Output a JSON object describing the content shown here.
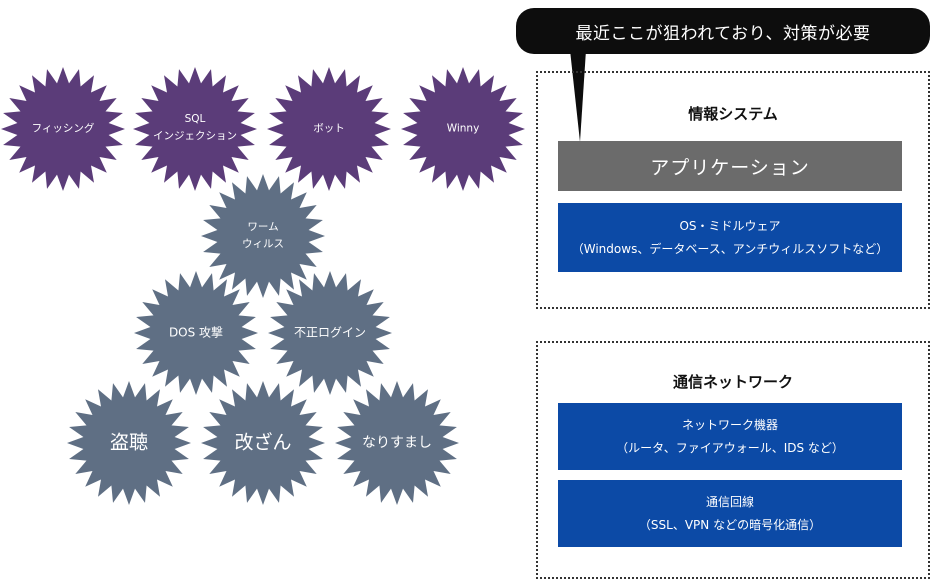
{
  "threats": {
    "purple": [
      {
        "lines": [
          "フィッシング"
        ]
      },
      {
        "lines": [
          "SQL",
          "インジェクション"
        ]
      },
      {
        "lines": [
          "ボット"
        ]
      },
      {
        "lines": [
          "Winny"
        ]
      }
    ],
    "gray": [
      {
        "lines": [
          "ワーム",
          "ウィルス"
        ]
      },
      {
        "lines": [
          "DOS 攻撃"
        ]
      },
      {
        "lines": [
          "不正ログイン"
        ]
      },
      {
        "lines": [
          "盗聴"
        ]
      },
      {
        "lines": [
          "改ざん"
        ]
      },
      {
        "lines": [
          "なりすまし"
        ]
      }
    ]
  },
  "colors": {
    "purple_burst": "#5b3c79",
    "gray_burst": "#5f6f84",
    "blue_box": "#0c4aa6",
    "app_bar": "#6b6b6b"
  },
  "callout": {
    "text": "最近ここが狙われており、対策が必要"
  },
  "info_system": {
    "title": "情報システム",
    "application": "アプリケーション",
    "os_middleware": {
      "line1": "OS・ミドルウェア",
      "line2": "（Windows、データベース、アンチウィルスソフトなど）"
    }
  },
  "network": {
    "title": "通信ネットワーク",
    "devices": {
      "line1": "ネットワーク機器",
      "line2": "（ルータ、ファイアウォール、IDS など）"
    },
    "lines": {
      "line1": "通信回線",
      "line2": "（SSL、VPN などの暗号化通信）"
    }
  }
}
